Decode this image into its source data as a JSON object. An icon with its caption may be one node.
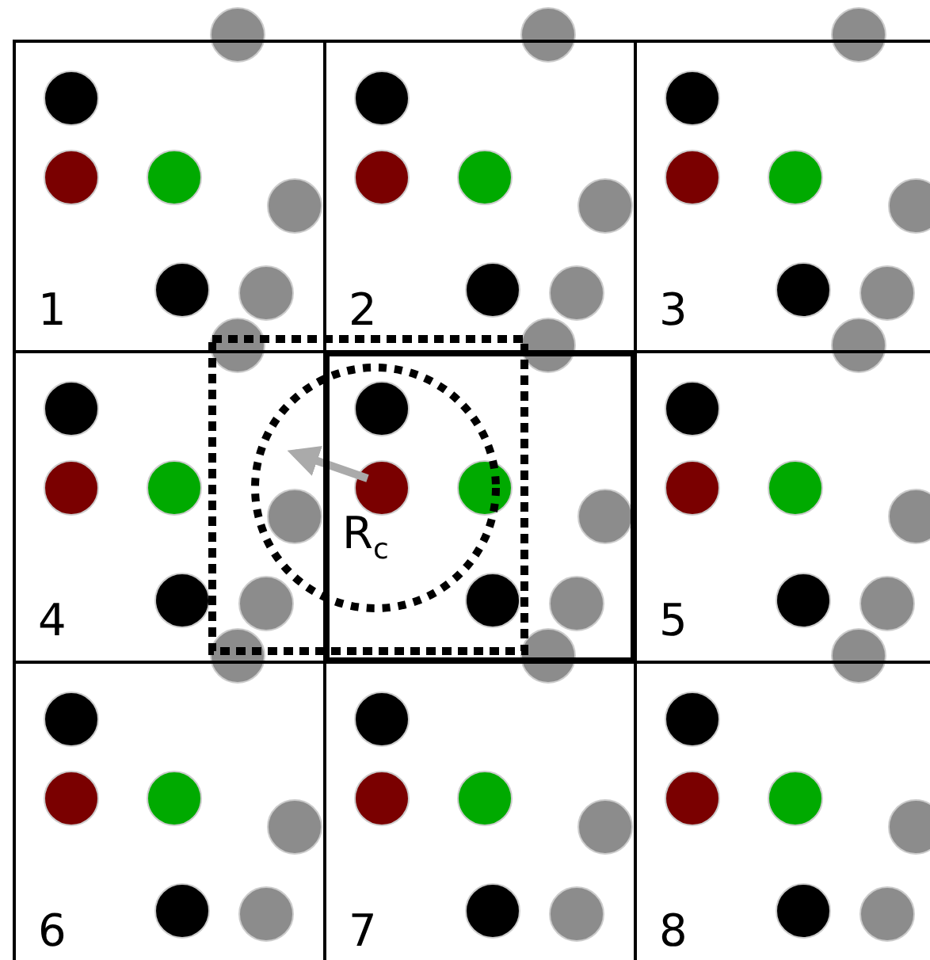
{
  "diagram": {
    "nodes": [
      {
        "text": [
          "1"
        ]
      },
      {
        "text": [
          "2"
        ]
      },
      {
        "text": [
          "3"
        ]
      },
      {
        "text": [
          "4"
        ]
      },
      {
        "text": [],
        "shape": "box"
      },
      {
        "text": [
          "5"
        ]
      },
      {
        "text": [
          "6"
        ]
      },
      {
        "text": [
          "7"
        ]
      },
      {
        "text": [
          "8"
        ]
      }
    ],
    "labels": [
      "R$_{c}$"
    ]
  }
}
